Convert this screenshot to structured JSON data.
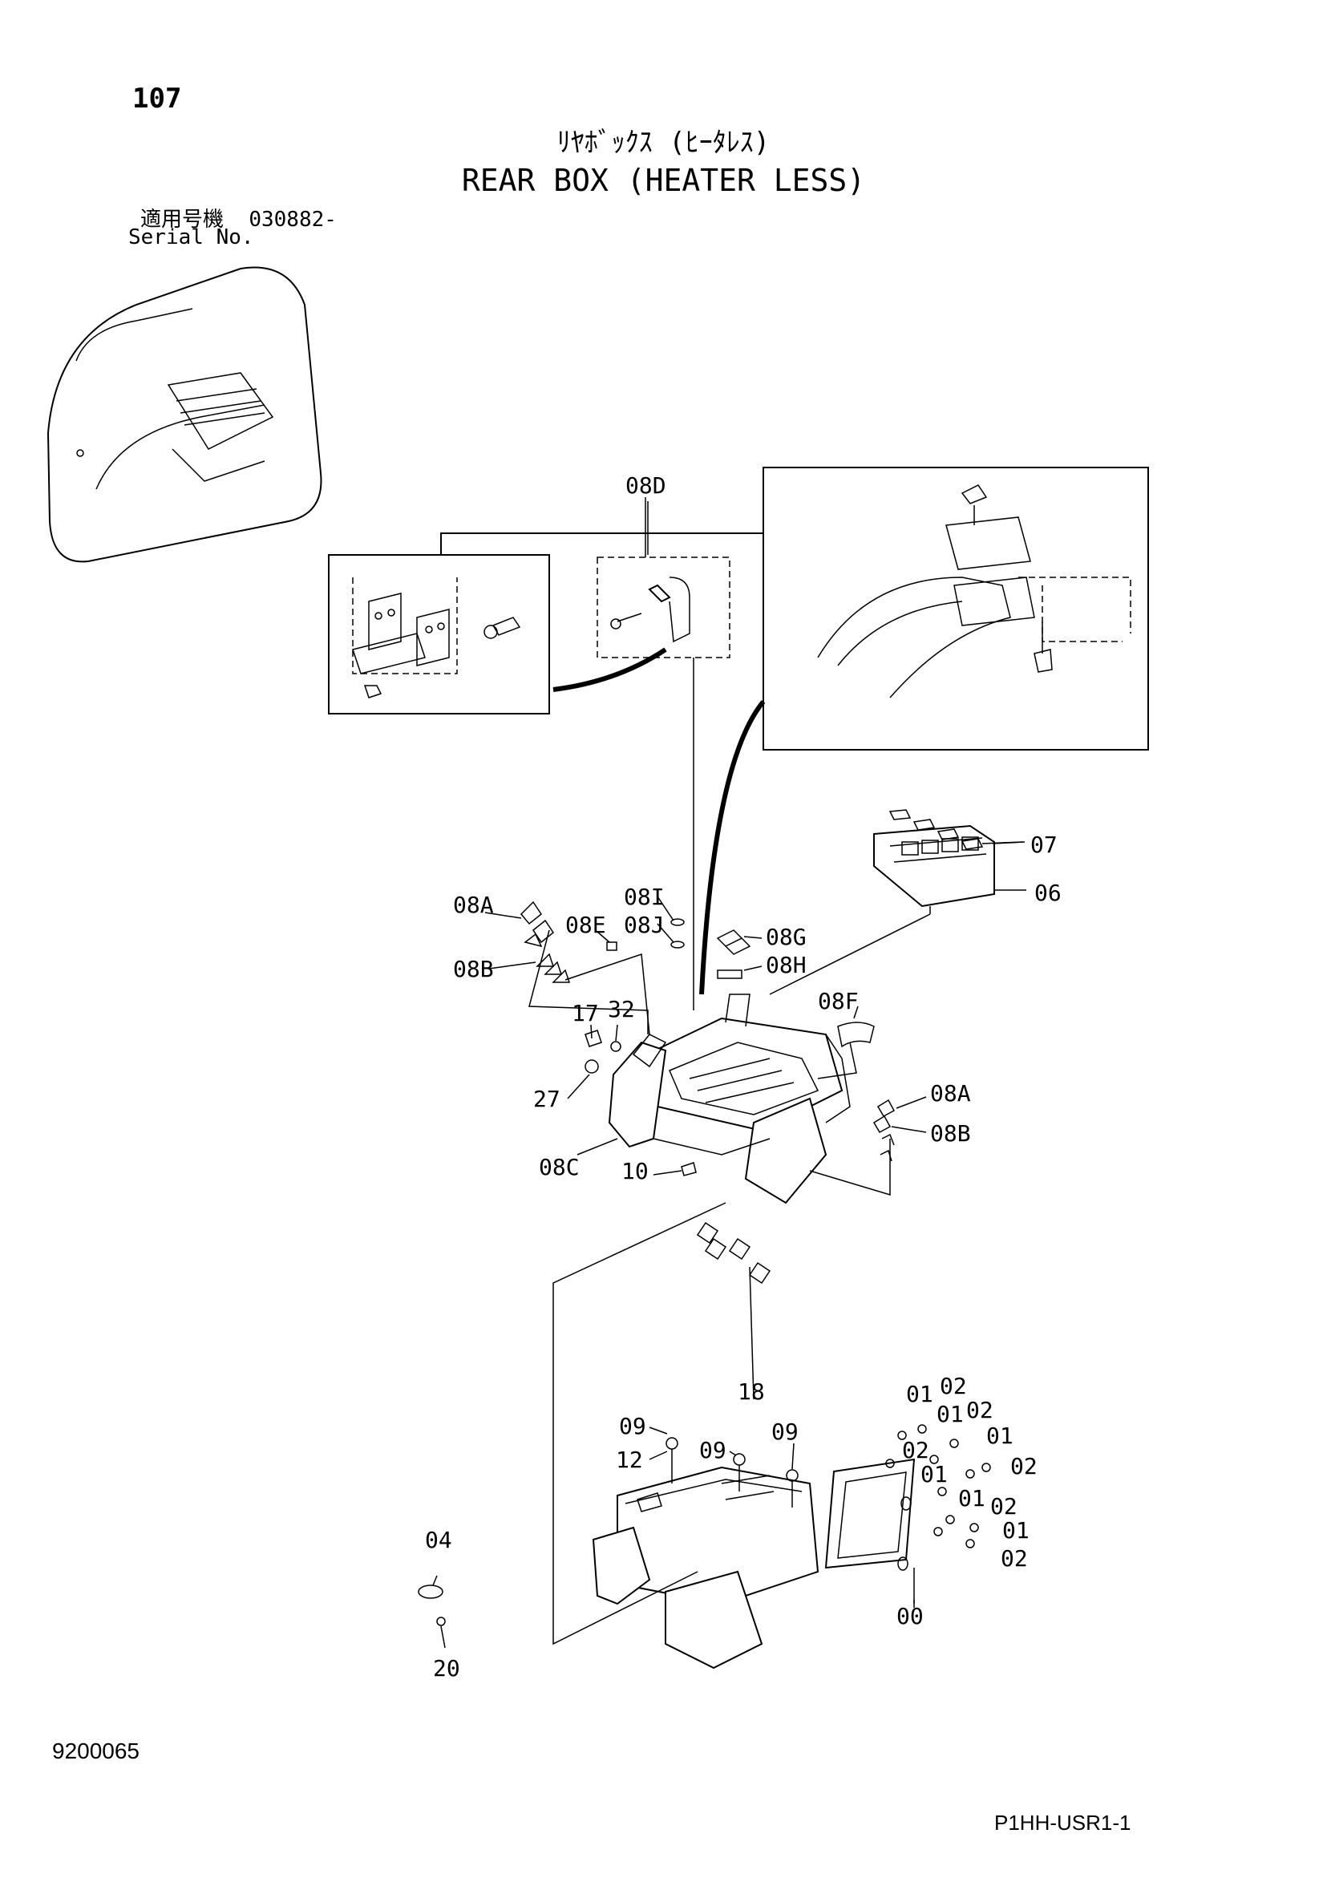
{
  "header": {
    "page_number": "107",
    "title_jp": "ﾘﾔﾎﾞｯｸｽ (ﾋｰﾀﾚｽ)",
    "title_en": "REAR BOX (HEATER LESS)",
    "serial_label_jp": "適用号機",
    "serial_value": "030882-",
    "serial_label_en": "Serial No."
  },
  "callouts": {
    "p08D": "08D",
    "p07": "07",
    "p06": "06",
    "p08A_left": "08A",
    "p08B_left": "08B",
    "p08E": "08E",
    "p08I": "08I",
    "p08J": "08J",
    "p08G": "08G",
    "p08H": "08H",
    "p08F": "08F",
    "p17": "17",
    "p32": "32",
    "p27": "27",
    "p08A_right": "08A",
    "p08B_right": "08B",
    "p08C": "08C",
    "p10": "10",
    "p18": "18",
    "p09_a": "09",
    "p09_b": "09",
    "p09_c": "09",
    "p12": "12",
    "p04": "04",
    "p20": "20",
    "p00": "00",
    "c01_a": "01",
    "c02_a": "02",
    "c01_b": "01",
    "c02_b": "02",
    "c01_c": "01",
    "c02_c": "02",
    "c01_d": "01",
    "c02_d": "02",
    "c01_e": "01",
    "c02_e": "02",
    "c01_f": "01",
    "c02_f": "02"
  },
  "footer": {
    "drawing_code": "9200065",
    "page_code": "P1HH-USR1-1"
  }
}
